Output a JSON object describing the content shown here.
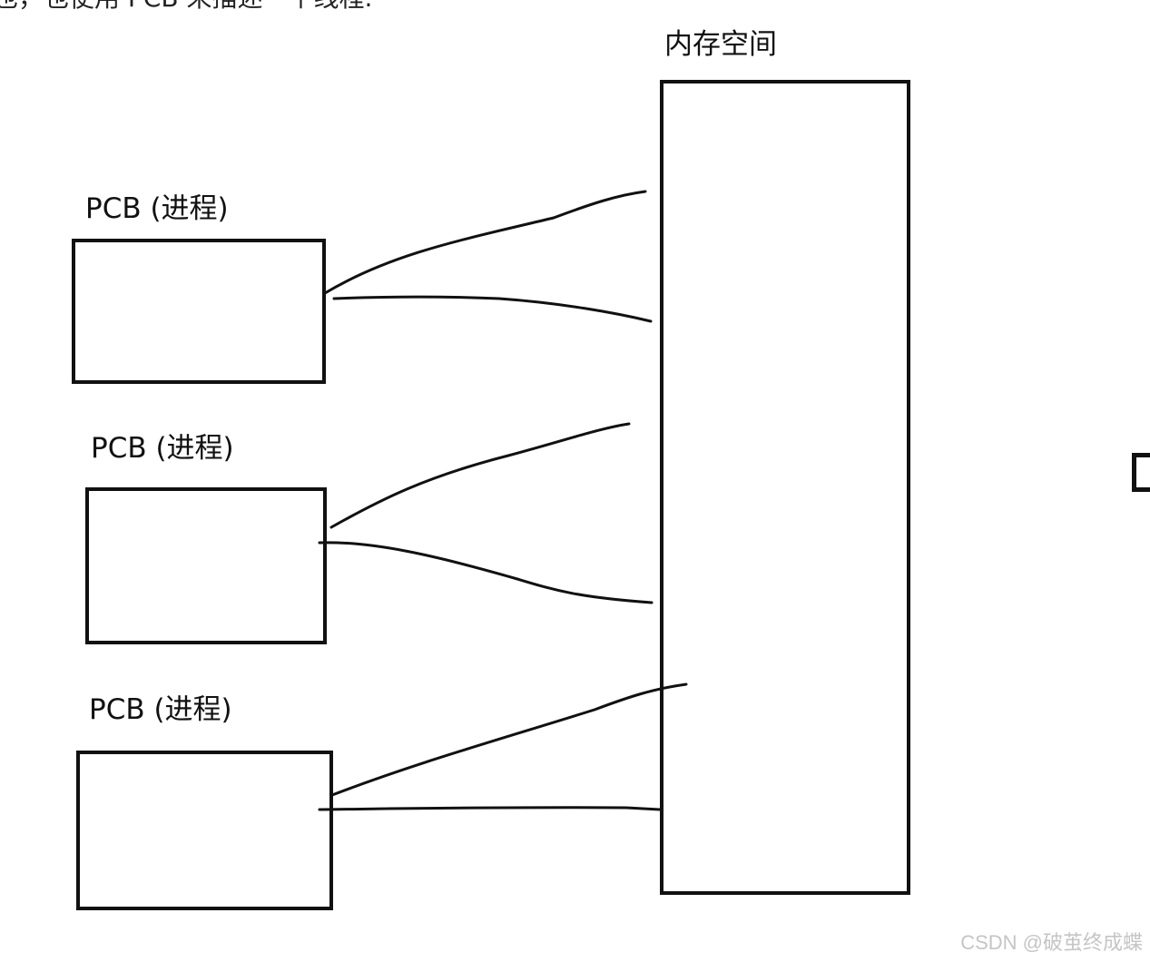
{
  "intro_text": "也，也使用 PCB 来描述一个线程.",
  "memory_label": "内存空间",
  "processes": [
    {
      "label": "PCB (进程)"
    },
    {
      "label": "PCB (进程)"
    },
    {
      "label": "PCB (进程)"
    }
  ],
  "watermark": "CSDN @破茧终成蝶"
}
